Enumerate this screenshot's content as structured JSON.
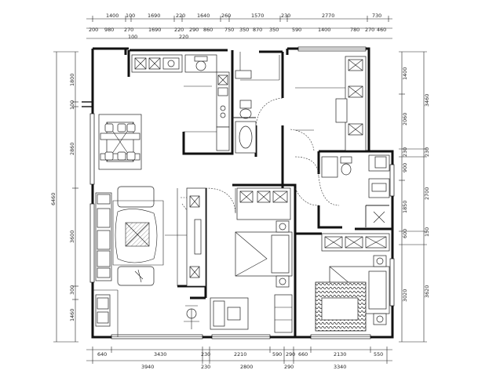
{
  "dimensions": {
    "top_row1": [
      "1400",
      "100",
      "1690",
      "220",
      "1640",
      "260",
      "1570",
      "230",
      "2770",
      "730"
    ],
    "top_row2": [
      "200",
      "980",
      "270",
      "1690",
      "220",
      "290",
      "860",
      "750",
      "350",
      "870",
      "350",
      "590",
      "1400",
      "780",
      "270",
      "460"
    ],
    "top_row3": [
      "100",
      "220"
    ],
    "bottom_row1": [
      "640",
      "3430",
      "230",
      "2210",
      "590",
      "290",
      "660",
      "2130",
      "550"
    ],
    "bottom_row2": [
      "3940",
      "230",
      "2800",
      "290",
      "3340"
    ],
    "left_outer": [
      "6460"
    ],
    "left_inner": [
      "1800",
      "100",
      "2860",
      "3600",
      "300",
      "1460"
    ],
    "right_inner": [
      "1400",
      "2060",
      "230",
      "900",
      "1850",
      "600",
      "3020"
    ],
    "right_outer": [
      "3460",
      "230",
      "2700",
      "150",
      "3620"
    ]
  },
  "symbols": {
    "north": "",
    "compass": ""
  }
}
